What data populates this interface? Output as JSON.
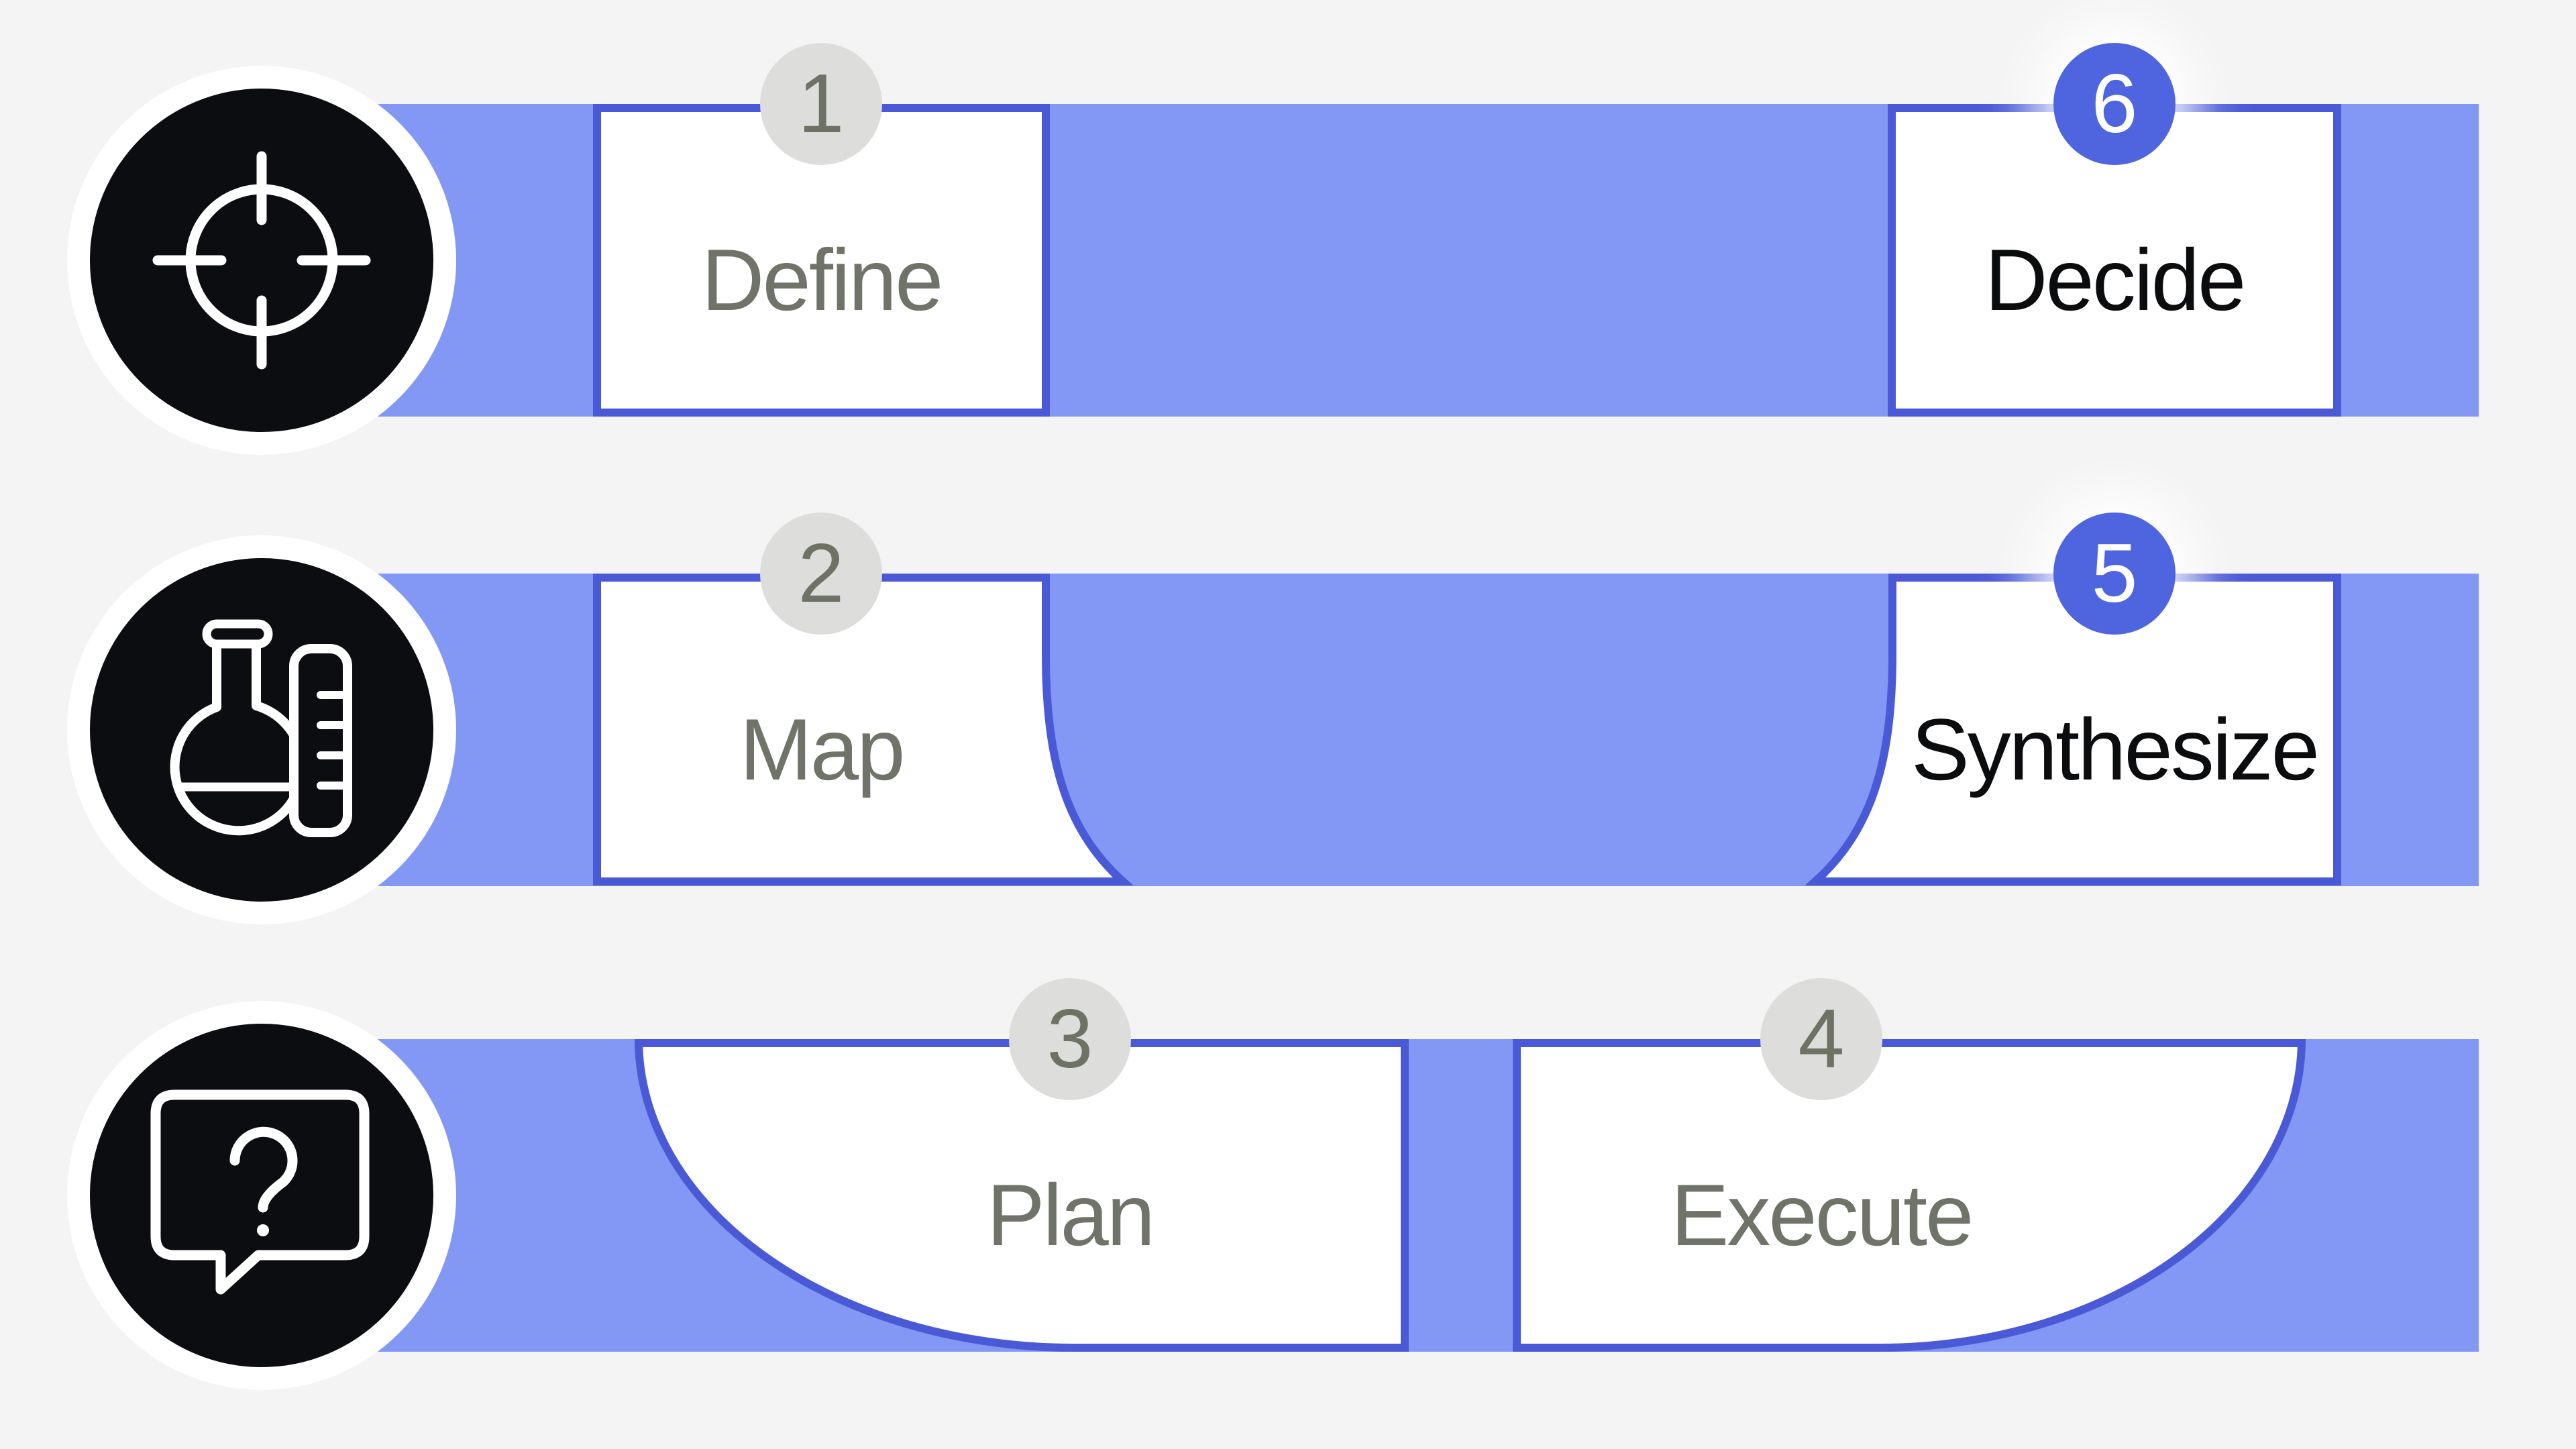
{
  "diagram": {
    "name": "six-step-process-flow",
    "background_color": "#F4F4F5",
    "bar_color": "#8298F4",
    "outline_color": "#4A5AD6",
    "node_color": "#0C0D10",
    "badge_highlighted_color": "#4E65DF",
    "badge_default_color": "#DDDEDC",
    "badge_default_number_color": "#6E7265",
    "label_muted_color": "#6F7368",
    "label_dark_color": "#0B0C0E"
  },
  "rows": [
    {
      "icon": "target-icon"
    },
    {
      "icon": "flask-icon"
    },
    {
      "icon": "chat-question-icon"
    }
  ],
  "steps": [
    {
      "number": "1",
      "label": "Define",
      "emphasis": "muted"
    },
    {
      "number": "2",
      "label": "Map",
      "emphasis": "muted"
    },
    {
      "number": "3",
      "label": "Plan",
      "emphasis": "muted"
    },
    {
      "number": "4",
      "label": "Execute",
      "emphasis": "muted"
    },
    {
      "number": "5",
      "label": "Synthesize",
      "emphasis": "highlighted"
    },
    {
      "number": "6",
      "label": "Decide",
      "emphasis": "highlighted"
    }
  ]
}
